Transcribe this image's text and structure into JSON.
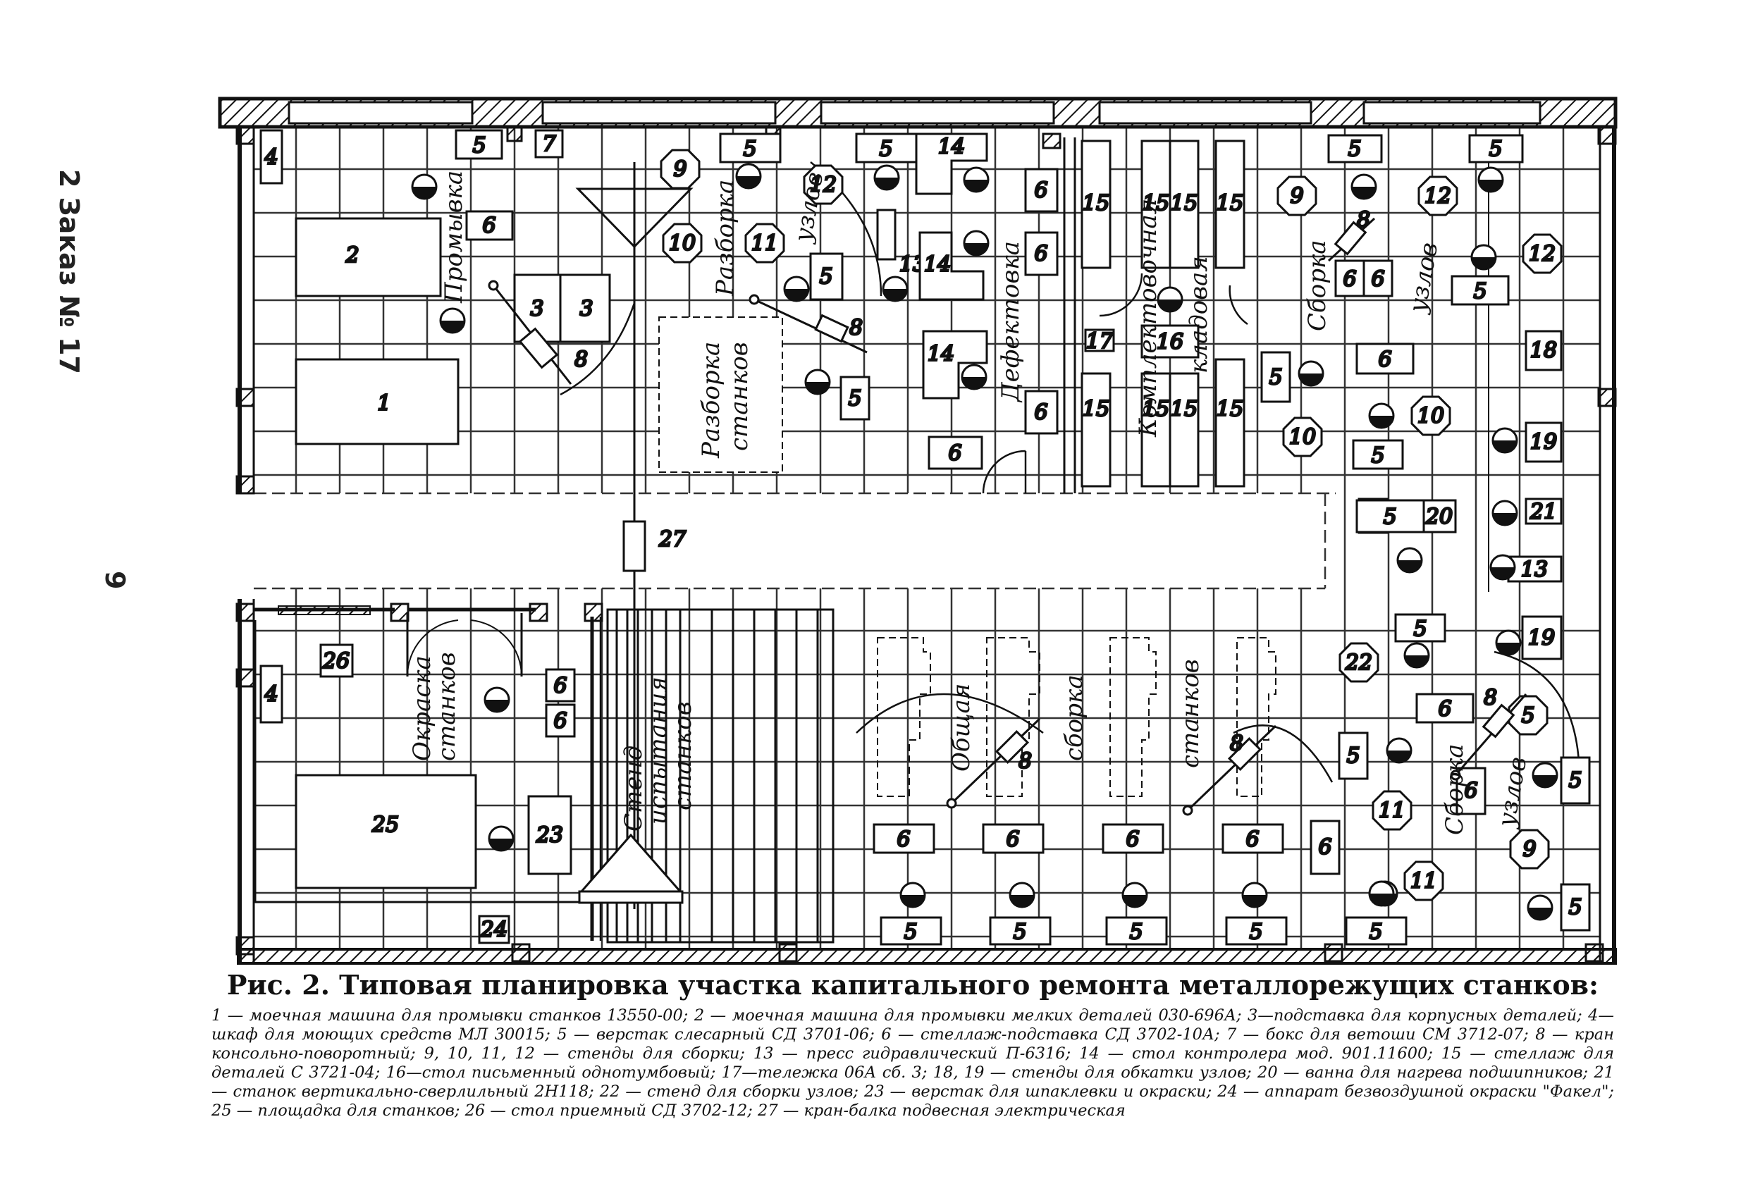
{
  "margin": {
    "order_note": "2 Заказ № 17",
    "page_number": "9"
  },
  "zones": {
    "washing": "Промывка",
    "disassembly_units": "Разборка",
    "units_word": "узлов",
    "machine_disassembly_1": "Разборка",
    "machine_disassembly_2": "станков",
    "defect": "Дефектовка",
    "storage_1": "Комплектовочная",
    "storage_2": "кладовая",
    "assembly_units_top": "Сборка",
    "units_top": "узлов",
    "painting_1": "Окраска",
    "painting_2": "станков",
    "test_1": "Стенд",
    "test_2": "испытания",
    "test_3": "станков",
    "general_1": "Общая",
    "general_2": "сборка",
    "general_3": "станков",
    "assembly_units_bottom": "Сборка",
    "units_bottom": "узлов"
  },
  "equipment_labels": [
    "1",
    "2",
    "3",
    "4",
    "5",
    "6",
    "7",
    "8",
    "9",
    "10",
    "11",
    "12",
    "13",
    "14",
    "15",
    "16",
    "17",
    "18",
    "19",
    "20",
    "21",
    "22",
    "23",
    "24",
    "25",
    "26",
    "27"
  ],
  "caption": {
    "title": "Рис. 2. Типовая планировка участка капитального ремонта металлорежущих станков:",
    "legend": "1 — моечная машина для промывки станков 13550-00; 2 — моечная машина для промывки мелких деталей 030-696А; 3—подставка для корпусных деталей; 4—шкаф для моющих средств МЛ 30015; 5 — верстак слесарный СД 3701-06; 6 — стеллаж-подставка СД 3702-10А; 7 — бокс для ветоши СМ 3712-07; 8 — кран консольно-поворотный; 9, 10, 11, 12 — стенды для сборки; 13 — пресс гидравлический П-6316; 14 — стол контролера мод. 901.11600; 15 — стеллаж для деталей С 3721-04; 16—стол письменный однотумбовый; 17—тележка 06А сб. 3; 18, 19 — стенды для обкатки узлов; 20 — ванна для нагрева подшипников; 21 — станок вертикально-сверлильный 2Н118; 22 — стенд для сборки узлов; 23 — верстак для шпаклевки и окраски; 24 — аппарат безвоздушной окраски \"Факел\"; 25 — площадка для станков; 26 — стол приемный СД 3702-12; 27 — кран-балка подвесная электрическая"
  }
}
